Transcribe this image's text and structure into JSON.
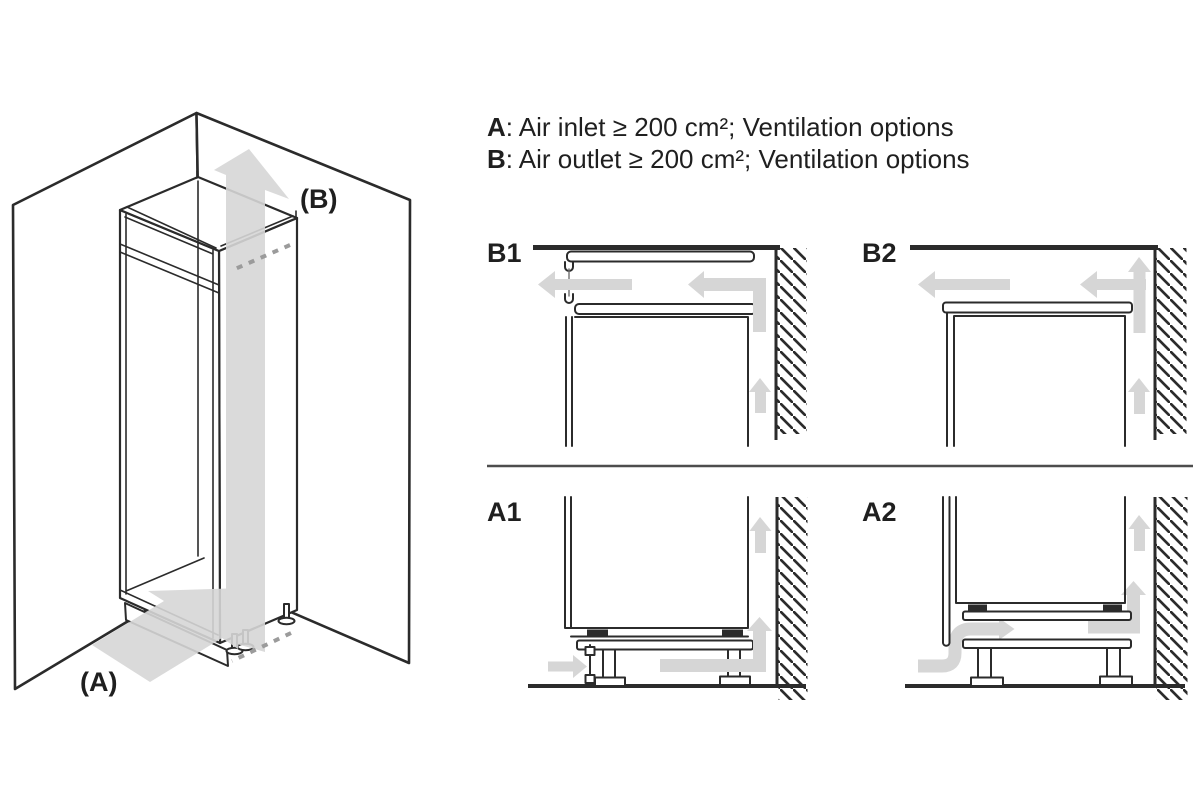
{
  "colors": {
    "background": "#ffffff",
    "line": "#2b2b2b",
    "arrow": "#d6d6d6",
    "dash": "#9b9b9b",
    "text": "#1f1f1f",
    "divider": "#4d4d4d"
  },
  "legend": {
    "items": [
      {
        "key": "A",
        "description": ": Air inlet ≥ 200 cm²; Ventilation options"
      },
      {
        "key": "B",
        "description": ": Air outlet ≥ 200 cm²; Ventilation options"
      }
    ]
  },
  "overview": {
    "inlet_label": "(A)",
    "outlet_label": "(B)"
  },
  "options": [
    {
      "id": "B1",
      "label": "B1"
    },
    {
      "id": "B2",
      "label": "B2"
    },
    {
      "id": "A1",
      "label": "A1"
    },
    {
      "id": "A2",
      "label": "A2"
    }
  ]
}
